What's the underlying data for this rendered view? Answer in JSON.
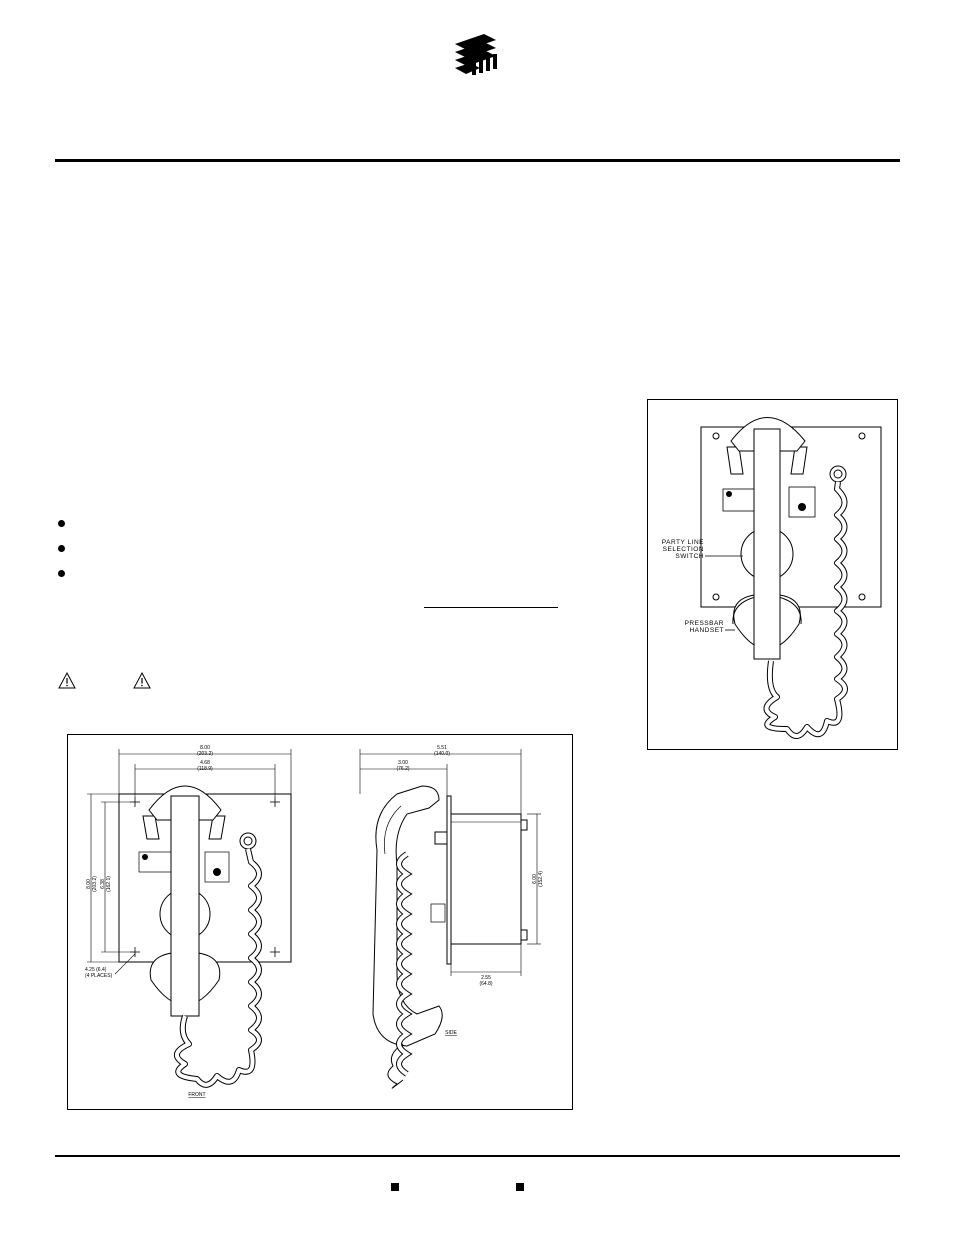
{
  "figure_front": {
    "dims": {
      "width_overall": "8.00",
      "width_overall_mm": "(203.2)",
      "width_holes": "4.68",
      "width_holes_mm": "(118.9)",
      "height_overall": "8.00",
      "height_overall_mm": "(203.2)",
      "height_holes": "6.38",
      "height_holes_mm": "(162.1)",
      "hole_dia": "4.25 (6.4)",
      "hole_count": "(4 PLACES)"
    },
    "caption": "FRONT"
  },
  "figure_side": {
    "dims": {
      "depth_overall": "5.51",
      "depth_overall_mm": "(140.0)",
      "handset_depth": "3.00",
      "handset_depth_mm": "(76.2)",
      "box_height": "6.00",
      "box_height_mm": "(152.4)",
      "box_depth": "2.55",
      "box_depth_mm": "(64.8)"
    },
    "caption": "SIDE"
  },
  "photo_callouts": {
    "selection_switch": [
      "PARTY LINE",
      "SELECTION",
      "SWITCH"
    ],
    "handset": [
      "PRESSBAR",
      "HANDSET"
    ]
  }
}
